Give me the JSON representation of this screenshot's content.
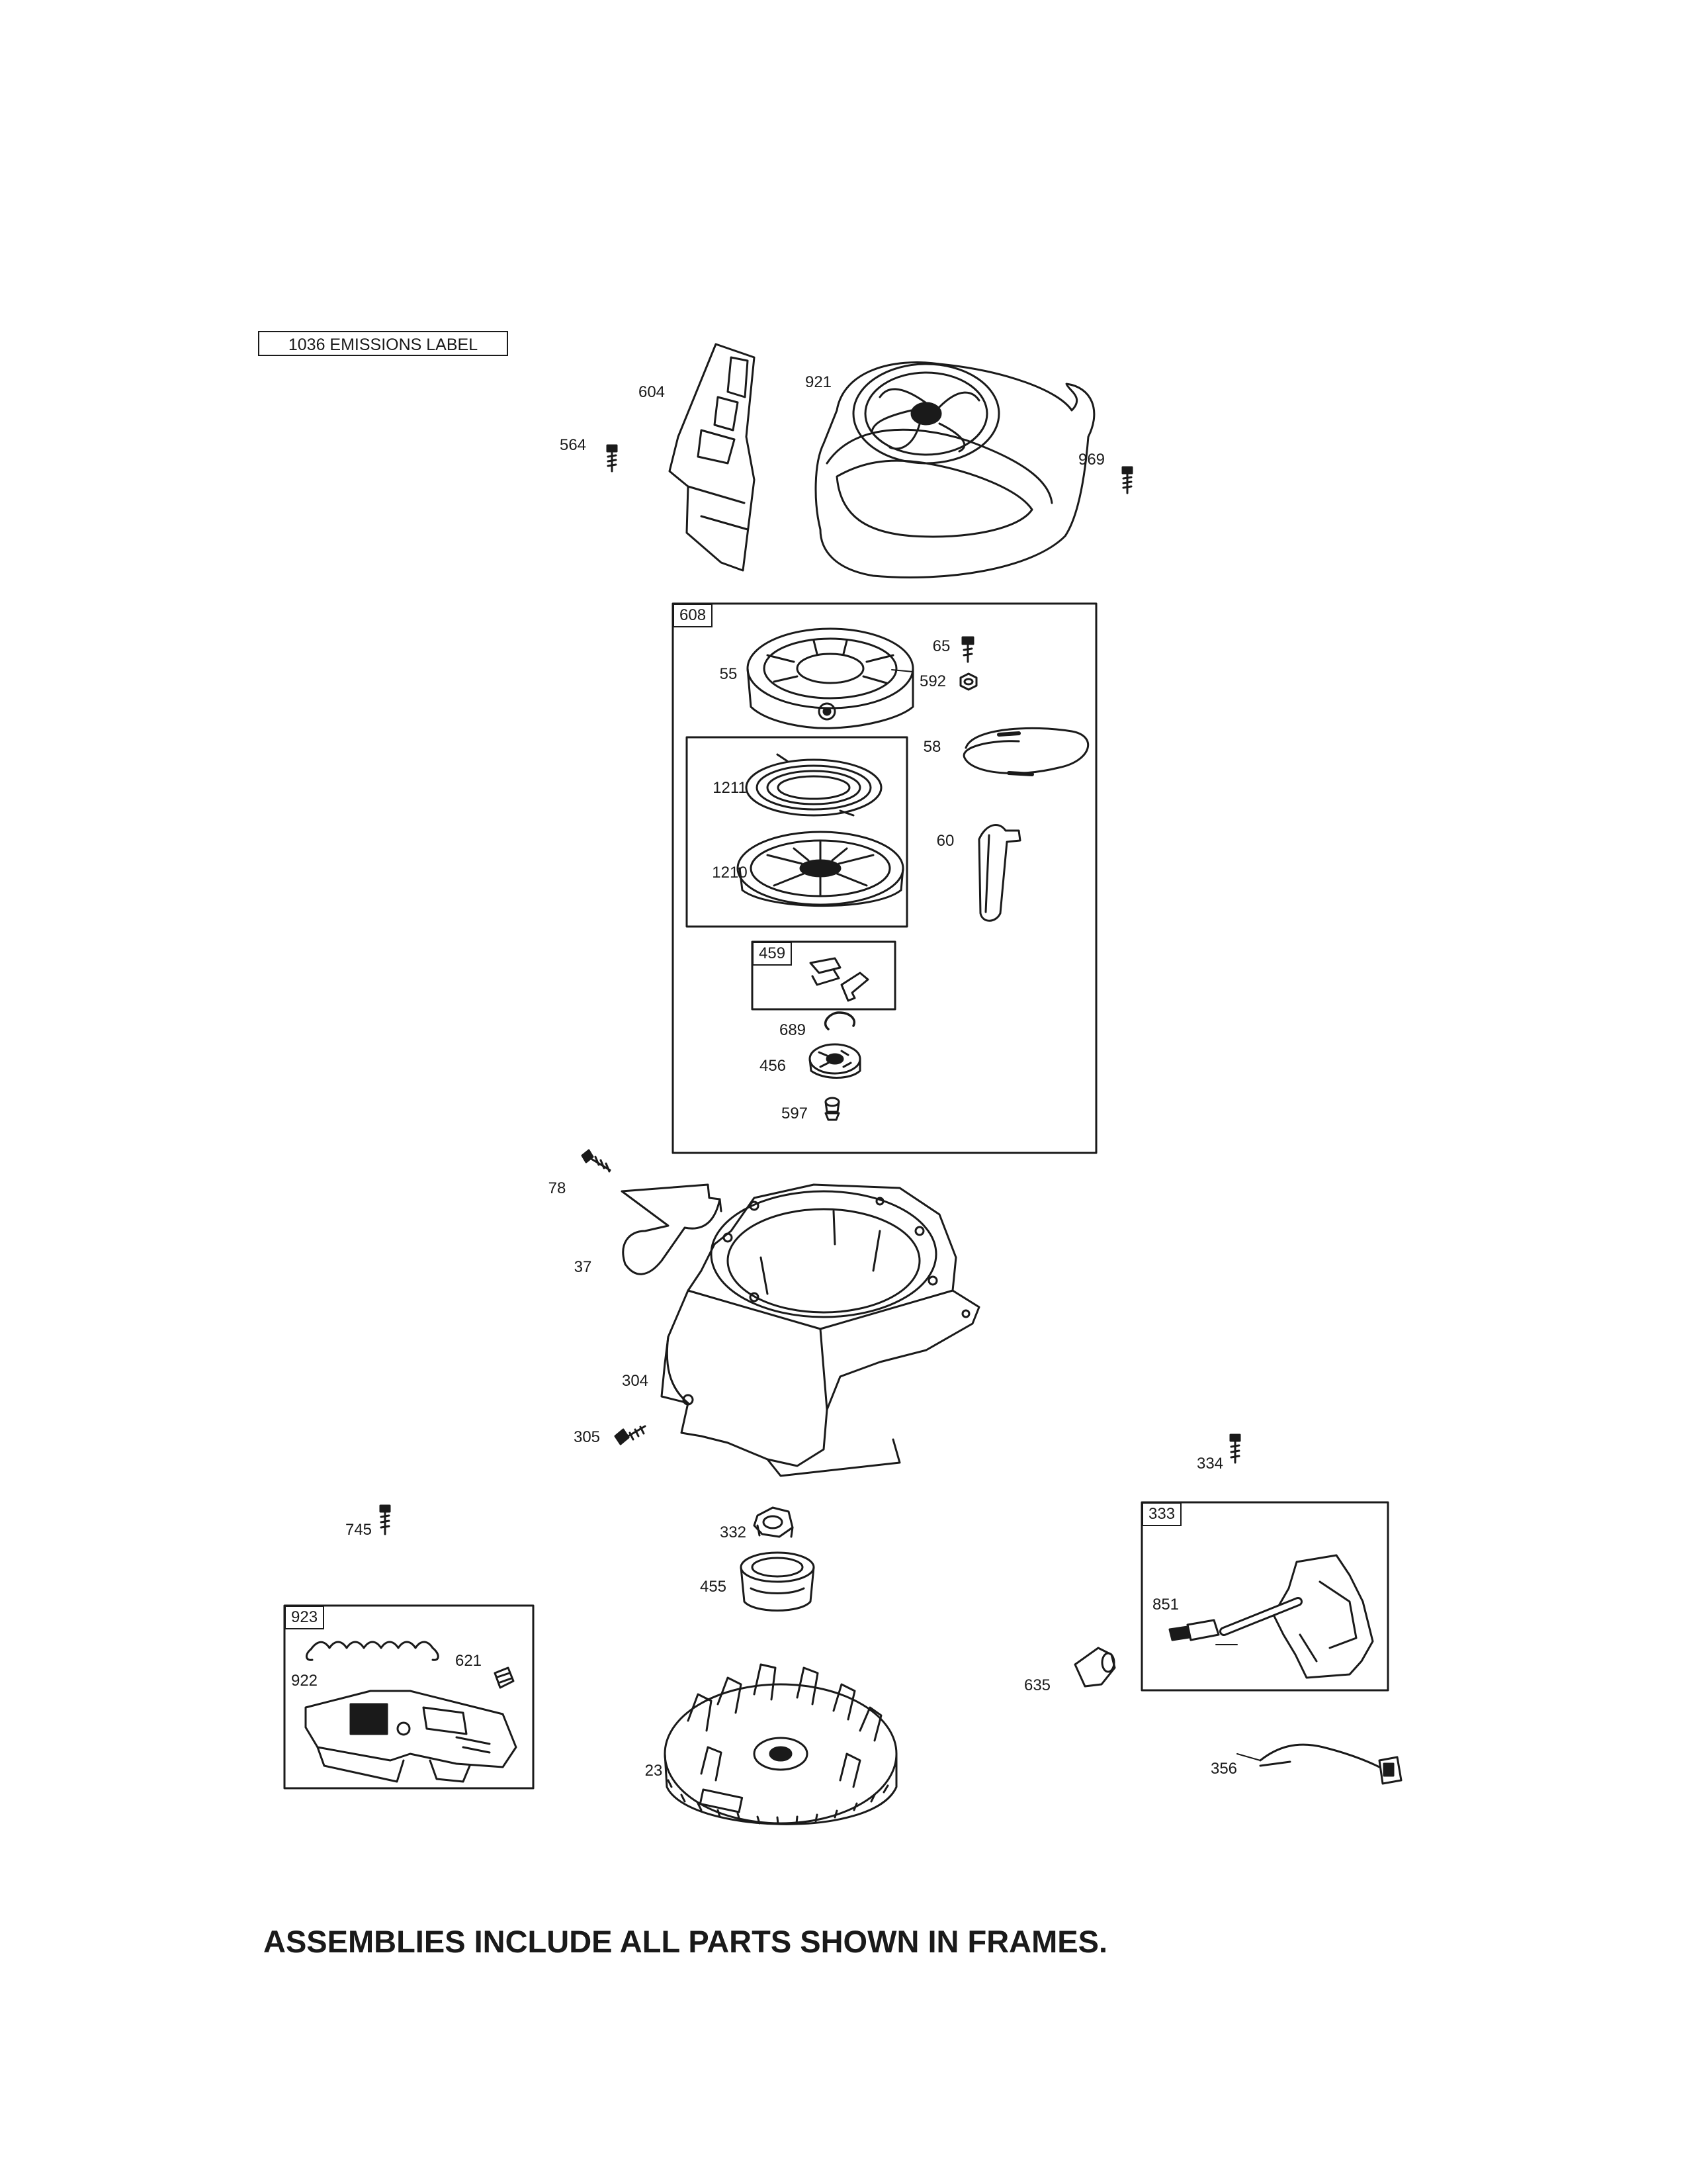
{
  "header": {
    "emissions_label": "1036 EMISSIONS LABEL"
  },
  "parts": {
    "p604": "604",
    "p921": "921",
    "p564": "564",
    "p969": "969",
    "p55": "55",
    "p65": "65",
    "p592": "592",
    "p58": "58",
    "p1211": "1211",
    "p1210": "1210",
    "p60": "60",
    "p689": "689",
    "p456": "456",
    "p597": "597",
    "p78": "78",
    "p37": "37",
    "p304": "304",
    "p305": "305",
    "p334": "334",
    "p745": "745",
    "p332": "332",
    "p455": "455",
    "p922": "922",
    "p621": "621",
    "p851": "851",
    "p635": "635",
    "p23": "23",
    "p356": "356"
  },
  "frames": {
    "f608": "608",
    "f459": "459",
    "f923": "923",
    "f333": "333"
  },
  "footer": {
    "note": "ASSEMBLIES INCLUDE ALL PARTS SHOWN IN FRAMES."
  },
  "colors": {
    "ink": "#1a1a1a",
    "paper": "#ffffff"
  }
}
